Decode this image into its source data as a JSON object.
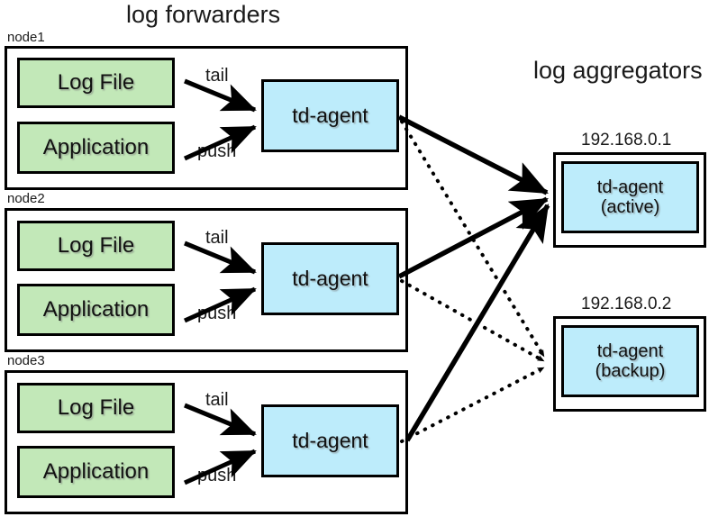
{
  "diagram": {
    "title_left": "log forwarders",
    "title_right": "log aggregators",
    "colors": {
      "source_fill": "#c2e8b8",
      "agent_fill": "#bdecfb",
      "stroke": "#000000",
      "background": "#ffffff"
    },
    "forwarders": [
      {
        "label": "node1",
        "sources": [
          {
            "name": "Log File",
            "edge_label": "tail"
          },
          {
            "name": "Application",
            "edge_label": "push"
          }
        ],
        "agent": "td-agent"
      },
      {
        "label": "node2",
        "sources": [
          {
            "name": "Log File",
            "edge_label": "tail"
          },
          {
            "name": "Application",
            "edge_label": "push"
          }
        ],
        "agent": "td-agent"
      },
      {
        "label": "node3",
        "sources": [
          {
            "name": "Log File",
            "edge_label": "tail"
          },
          {
            "name": "Application",
            "edge_label": "push"
          }
        ],
        "agent": "td-agent"
      }
    ],
    "aggregators": [
      {
        "address": "192.168.0.1",
        "agent": "td-agent",
        "role": "(active)",
        "link_style": "solid"
      },
      {
        "address": "192.168.0.2",
        "agent": "td-agent",
        "role": "(backup)",
        "link_style": "dotted"
      }
    ]
  }
}
